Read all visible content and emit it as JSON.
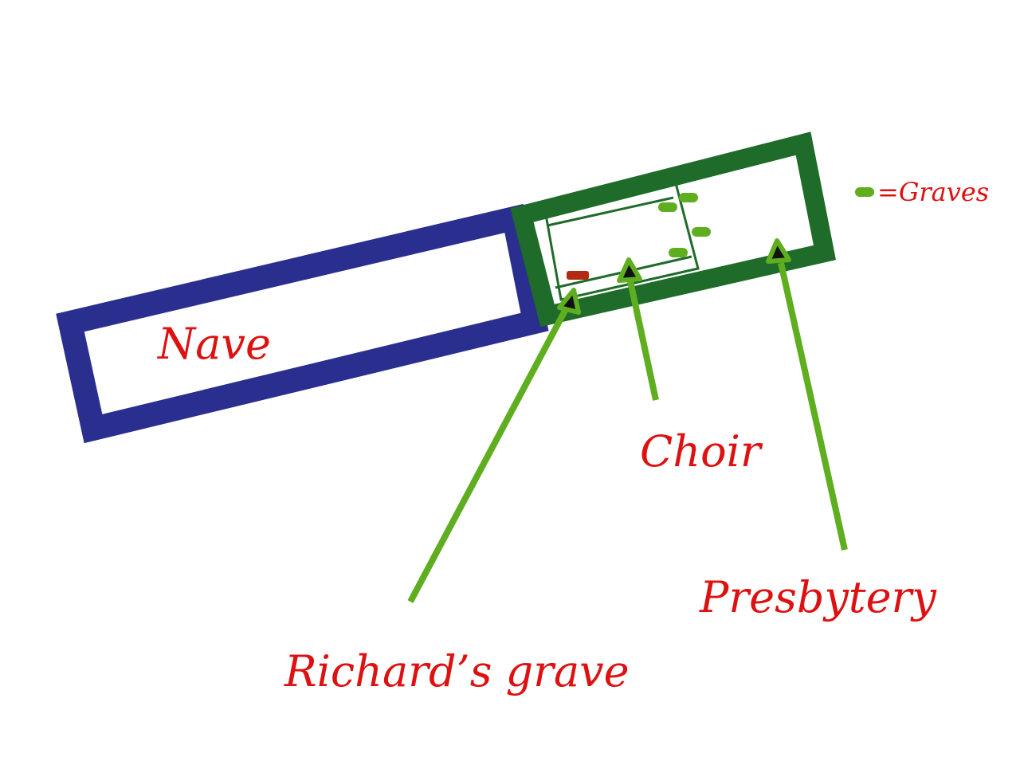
{
  "colors": {
    "nave": "#2a2f8f",
    "church": "#1e6b2a",
    "grave": "#5fae20",
    "arrow": "#5fae20",
    "richard_grave": "#b22a12",
    "label": "#dd1111"
  },
  "labels": {
    "nave": "Nave",
    "choir": "Choir",
    "presbytery": "Presbytery",
    "richards_grave": "Richard’s grave"
  },
  "legend": {
    "text": "=Graves",
    "icon": "grave-marker"
  }
}
